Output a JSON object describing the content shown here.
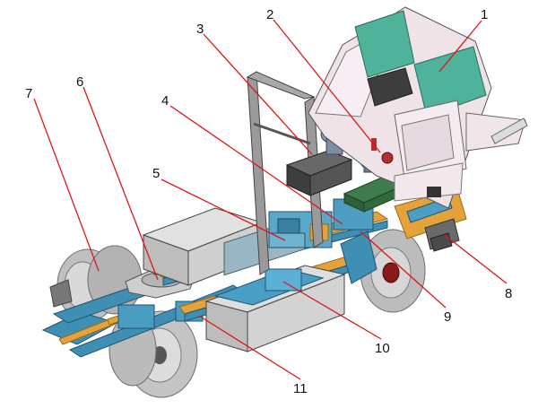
{
  "diagram": {
    "callouts": [
      {
        "id": "callout-1",
        "label": "1"
      },
      {
        "id": "callout-2",
        "label": "2"
      },
      {
        "id": "callout-3",
        "label": "3"
      },
      {
        "id": "callout-4",
        "label": "4"
      },
      {
        "id": "callout-5",
        "label": "5"
      },
      {
        "id": "callout-6",
        "label": "6"
      },
      {
        "id": "callout-7",
        "label": "7"
      },
      {
        "id": "callout-8",
        "label": "8"
      },
      {
        "id": "callout-9",
        "label": "9"
      },
      {
        "id": "callout-10",
        "label": "10"
      },
      {
        "id": "callout-11",
        "label": "11"
      }
    ],
    "colors": {
      "leader": "#e01515",
      "chassis_blue": "#3f8fb5",
      "chassis_orange": "#e3a23a",
      "cab_body": "#efe3e8",
      "glass": "#4fb39c",
      "tank": "#d3d3d3",
      "tire": "#bdbdbd",
      "engine_dark": "#4a4a4a",
      "board_green": "#3e7d4a"
    }
  }
}
